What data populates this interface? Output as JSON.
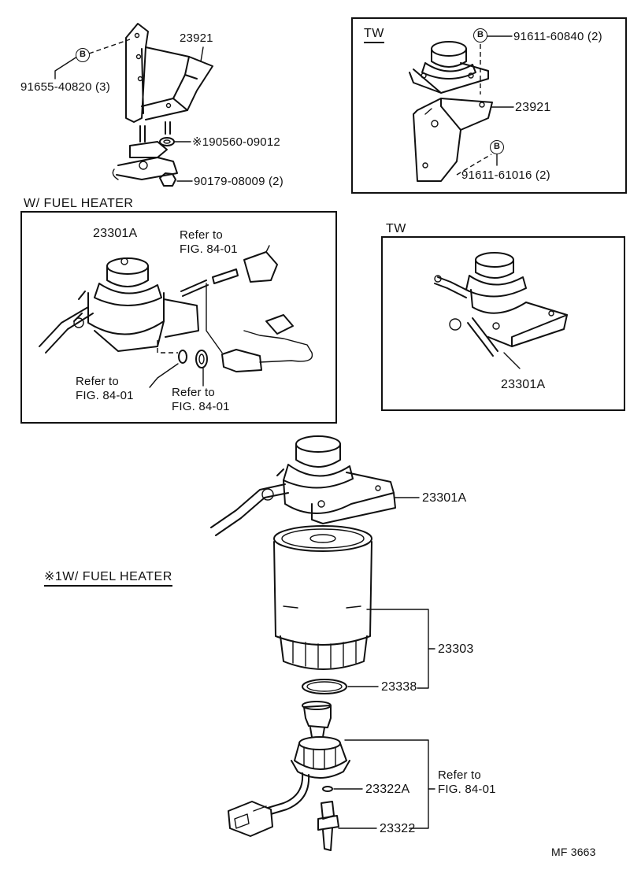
{
  "top_left": {
    "part_bracket": "23921",
    "part_bolt": "91655-40820 (3)",
    "bolt_marker": "B",
    "part_washer": "※190560-09012",
    "part_nut": "90179-08009 (2)"
  },
  "tw_top": {
    "header": "TW",
    "bolt_marker_1": "B",
    "part_bolt_1": "91611-60840 (2)",
    "part_bracket": "23921",
    "bolt_marker_2": "B",
    "part_bolt_2": "91611-61016 (2)"
  },
  "fuel_heater_box": {
    "header": "W/ FUEL  HEATER",
    "part_pump": "23301A",
    "ref_top_1": "Refer to",
    "ref_top_2": "FIG. 84-01",
    "ref_left_1": "Refer to",
    "ref_left_2": "FIG. 84-01",
    "ref_mid_1": "Refer to",
    "ref_mid_2": "FIG. 84-01"
  },
  "tw_mid": {
    "header": "TW",
    "part_pump": "23301A"
  },
  "main": {
    "note": "※1W/ FUEL  HEATER",
    "part_pump": "23301A",
    "part_filter": "23303",
    "part_oring": "23338",
    "part_oring_small": "23322A",
    "part_sensor": "23322",
    "ref_1": "Refer to",
    "ref_2": "FIG. 84-01"
  },
  "footer": {
    "code": "MF  3663"
  }
}
